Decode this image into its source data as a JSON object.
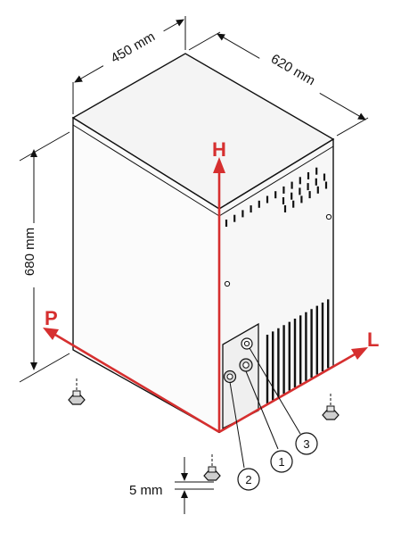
{
  "dimensions": {
    "width": "450 mm",
    "depth": "620 mm",
    "height": "680 mm",
    "leg_gap": "5 mm"
  },
  "axes": {
    "up": "H",
    "left": "P",
    "right": "L"
  },
  "callouts": [
    "1",
    "2",
    "3"
  ],
  "colors": {
    "axis": "#d62f2f",
    "outline": "#111111",
    "top_face": "#f4f4f4",
    "left_face": "#fbfbfb",
    "right_face": "#f7f7f7",
    "panel": "#efefef"
  }
}
